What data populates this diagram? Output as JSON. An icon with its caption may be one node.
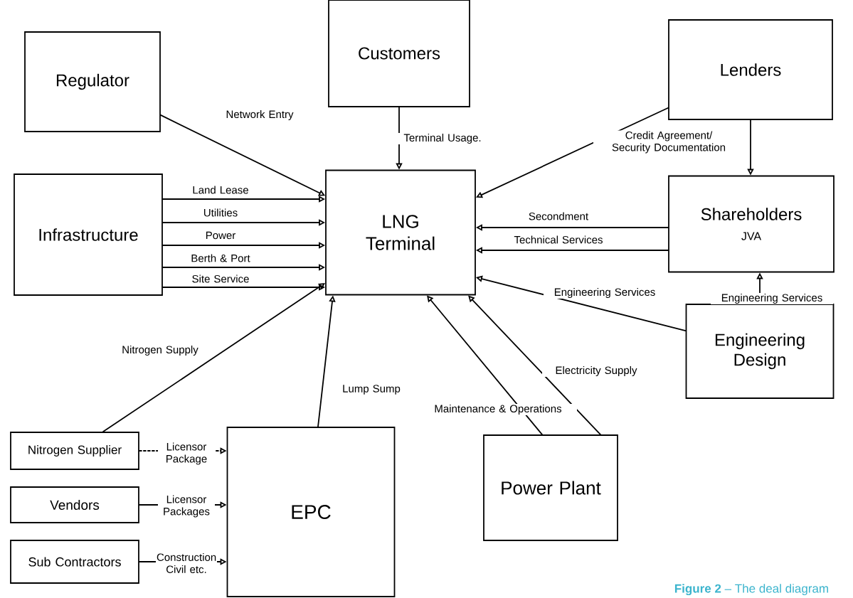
{
  "diagram": {
    "caption": "**Figure 2** – The deal diagram",
    "nodes": [
      {
        "text": [
          "Customers"
        ]
      },
      {
        "text": [
          "Regulator"
        ]
      },
      {
        "text": [
          "Lenders"
        ]
      },
      {
        "text": [
          "LNG Terminal"
        ]
      },
      {
        "text": [
          "Infrastructure"
        ]
      },
      {
        "text": [
          "Shareholders",
          "JVA"
        ]
      },
      {
        "text": [
          "Engineering Design"
        ]
      },
      {
        "text": [
          "Nitrogen Supplier"
        ]
      },
      {
        "text": [
          "Vendors"
        ]
      },
      {
        "text": [
          "Sub Contractors"
        ]
      },
      {
        "text": [
          "EPC"
        ]
      },
      {
        "text": [
          "Power Plant"
        ]
      }
    ],
    "edges": [
      {
        "from": 1,
        "to": 3,
        "arrow": "to",
        "label": "Network Entry"
      },
      {
        "from": 0,
        "to": 3,
        "arrow": "to",
        "label": "Terminal Usage."
      },
      {
        "from": 2,
        "to": 3,
        "arrow": "to",
        "label": "Credit Agreement/ Security Documentation"
      },
      {
        "from": 2,
        "to": 5,
        "arrow": "to"
      },
      {
        "from": 4,
        "to": 3,
        "arrow": "to",
        "label": "Land Lease"
      },
      {
        "from": 4,
        "to": 3,
        "arrow": "to",
        "label": "Utilities"
      },
      {
        "from": 4,
        "to": 3,
        "arrow": "to",
        "label": "Power"
      },
      {
        "from": 4,
        "to": 3,
        "arrow": "to",
        "label": "Berth & Port"
      },
      {
        "from": 4,
        "to": 3,
        "arrow": "to",
        "label": "Site Service"
      },
      {
        "from": 5,
        "to": 3,
        "arrow": "to",
        "label": "Secondment"
      },
      {
        "from": 5,
        "to": 3,
        "arrow": "to",
        "label": "Technical Services"
      },
      {
        "from": 6,
        "to": 3,
        "arrow": "to",
        "label": "Engineering Services"
      },
      {
        "from": 6,
        "to": 5,
        "arrow": "to",
        "label": "Engineering Services"
      },
      {
        "from": 7,
        "to": 3,
        "arrow": "to",
        "label": "Nitrogen Supply"
      },
      {
        "from": 10,
        "to": 3,
        "arrow": "to",
        "label": "Lump Sump"
      },
      {
        "from": 11,
        "to": 3,
        "arrow": "to",
        "label": "Maintenance & Operations"
      },
      {
        "from": 11,
        "to": 3,
        "arrow": "to",
        "label": "Electricity Supply"
      },
      {
        "from": 7,
        "to": 10,
        "arrow": "to",
        "label": "Licensor Package",
        "style": "dashed"
      },
      {
        "from": 8,
        "to": 10,
        "arrow": "to",
        "label": "Licensor Packages"
      },
      {
        "from": 9,
        "to": 10,
        "arrow": "to",
        "label": "Construction Civil etc."
      }
    ]
  }
}
